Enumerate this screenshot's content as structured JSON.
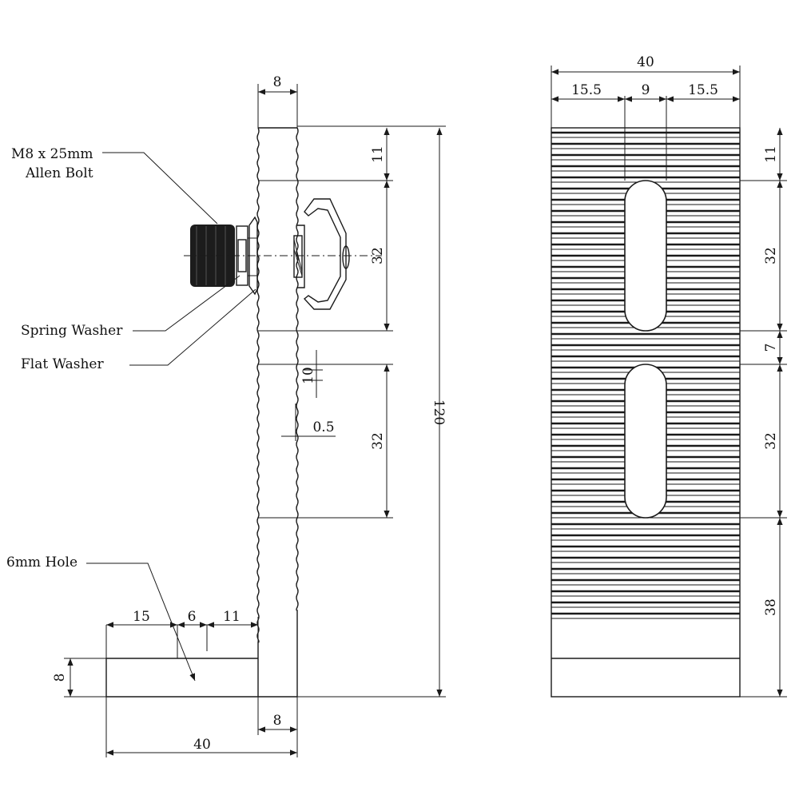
{
  "labels": {
    "bolt_line1": "M8 x 25mm",
    "bolt_line2": "Allen Bolt",
    "spring_washer": "Spring Washer",
    "flat_washer": "Flat Washer",
    "hole": "6mm Hole"
  },
  "side_view": {
    "top_width": "8",
    "dim_11": "11",
    "dim_32_upper": "32",
    "dim_32_lower": "32",
    "dim_120": "120",
    "dim_10": "10",
    "dim_0_5": "0.5",
    "base_15": "15",
    "base_6": "6",
    "base_11": "11",
    "base_thickness": "8",
    "bottom_width": "8",
    "base_length": "40"
  },
  "front_view": {
    "total_width": "40",
    "left_margin": "15.5",
    "slot_width": "9",
    "right_margin": "15.5",
    "dim_11": "11",
    "dim_32_upper": "32",
    "dim_7": "7",
    "dim_32_lower": "32",
    "dim_38": "38"
  },
  "colors": {
    "line": "#1a1a1a",
    "bolt_head": "#1c1c1c",
    "background": "#ffffff"
  }
}
